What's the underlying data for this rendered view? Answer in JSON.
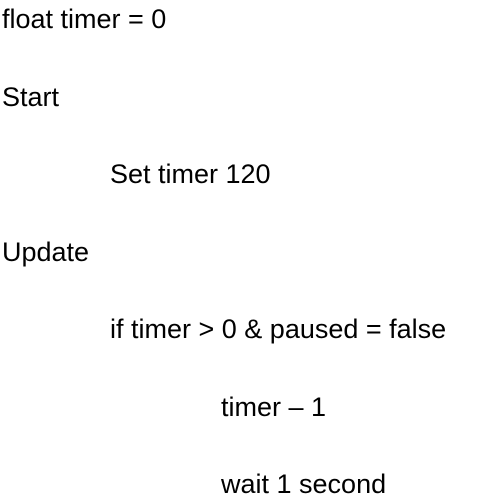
{
  "document": {
    "lines": [
      "float timer = 0",
      "Start",
      "Set timer 120",
      "Update",
      "if timer > 0 & paused = false",
      "timer – 1",
      "wait 1 second"
    ]
  }
}
